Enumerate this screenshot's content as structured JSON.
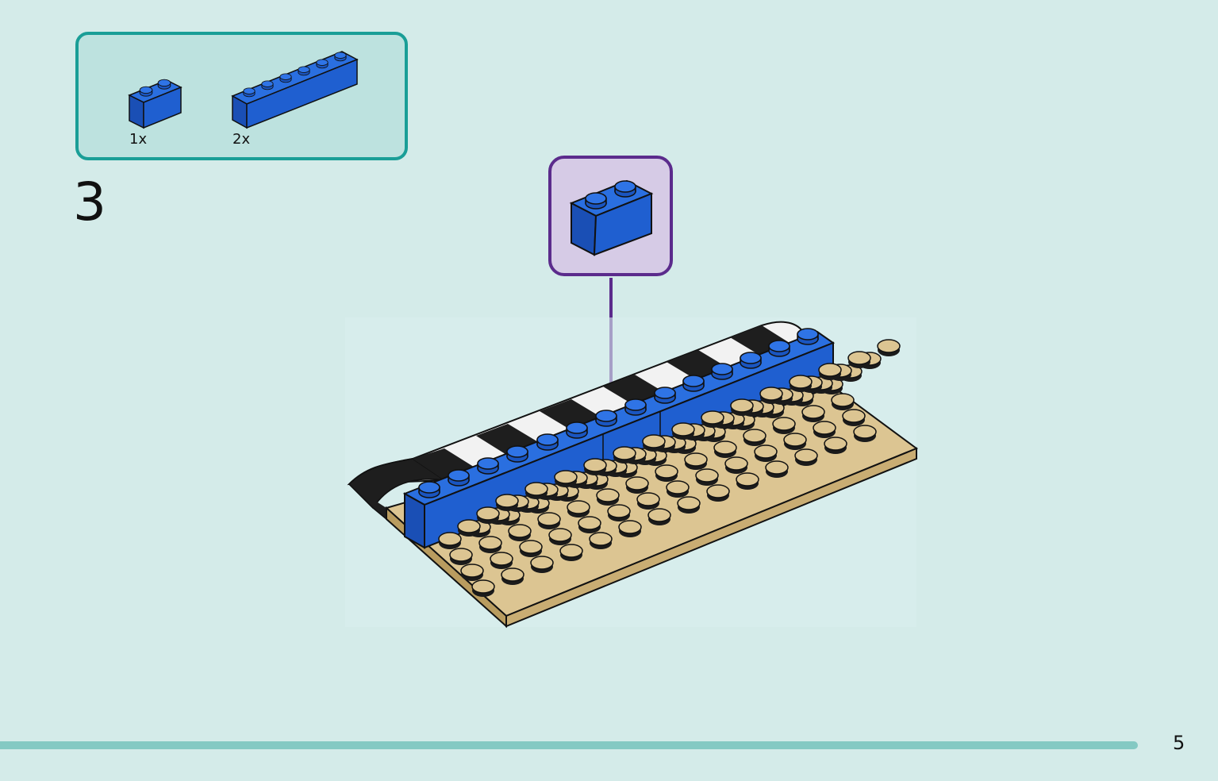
{
  "parts_list": {
    "items": [
      {
        "brick": "blue-brick-1x2",
        "quantity": "1x"
      },
      {
        "brick": "blue-brick-1x6",
        "quantity": "2x"
      }
    ]
  },
  "step": {
    "number": "3"
  },
  "callout": {
    "brick": "blue-brick-1x2"
  },
  "page": {
    "number": "5"
  },
  "colors": {
    "background": "#d4ebe9",
    "parts_box_border": "#1a9e97",
    "parts_box_fill": "#bde2df",
    "callout_border": "#5b2b8c",
    "callout_fill": "#d6cbe6",
    "brick_blue": "#1f5fd0",
    "brick_blue_top": "#2a6fe0",
    "tan_plate": "#d9c08a",
    "footer_bar": "#84c9c3"
  }
}
